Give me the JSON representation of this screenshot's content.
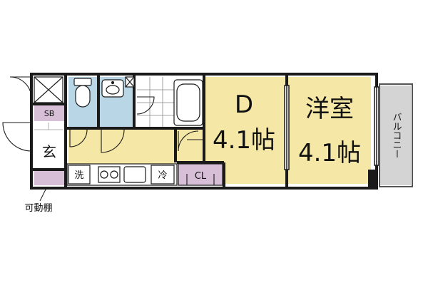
{
  "floor_plan": {
    "rooms": {
      "dining": {
        "letter": "D",
        "size": "4.1帖"
      },
      "western": {
        "name": "洋室",
        "size": "4.1帖"
      },
      "balcony": {
        "name": "バルコニー"
      },
      "entrance": {
        "label": "玄"
      },
      "shoe_box": {
        "label": "SB"
      },
      "closet": {
        "label": "CL"
      },
      "washer": {
        "label": "洗"
      },
      "fridge": {
        "label": "冷"
      }
    },
    "note": {
      "label": "可動棚"
    },
    "colors": {
      "room_floor": "#f5e7a6",
      "kitchen_floor": "#f5e7a6",
      "water_area": "#b9d6e6",
      "storage": "#d7bfd8",
      "balcony": "#d4d4d4",
      "walls": "#1a1a1a"
    }
  }
}
